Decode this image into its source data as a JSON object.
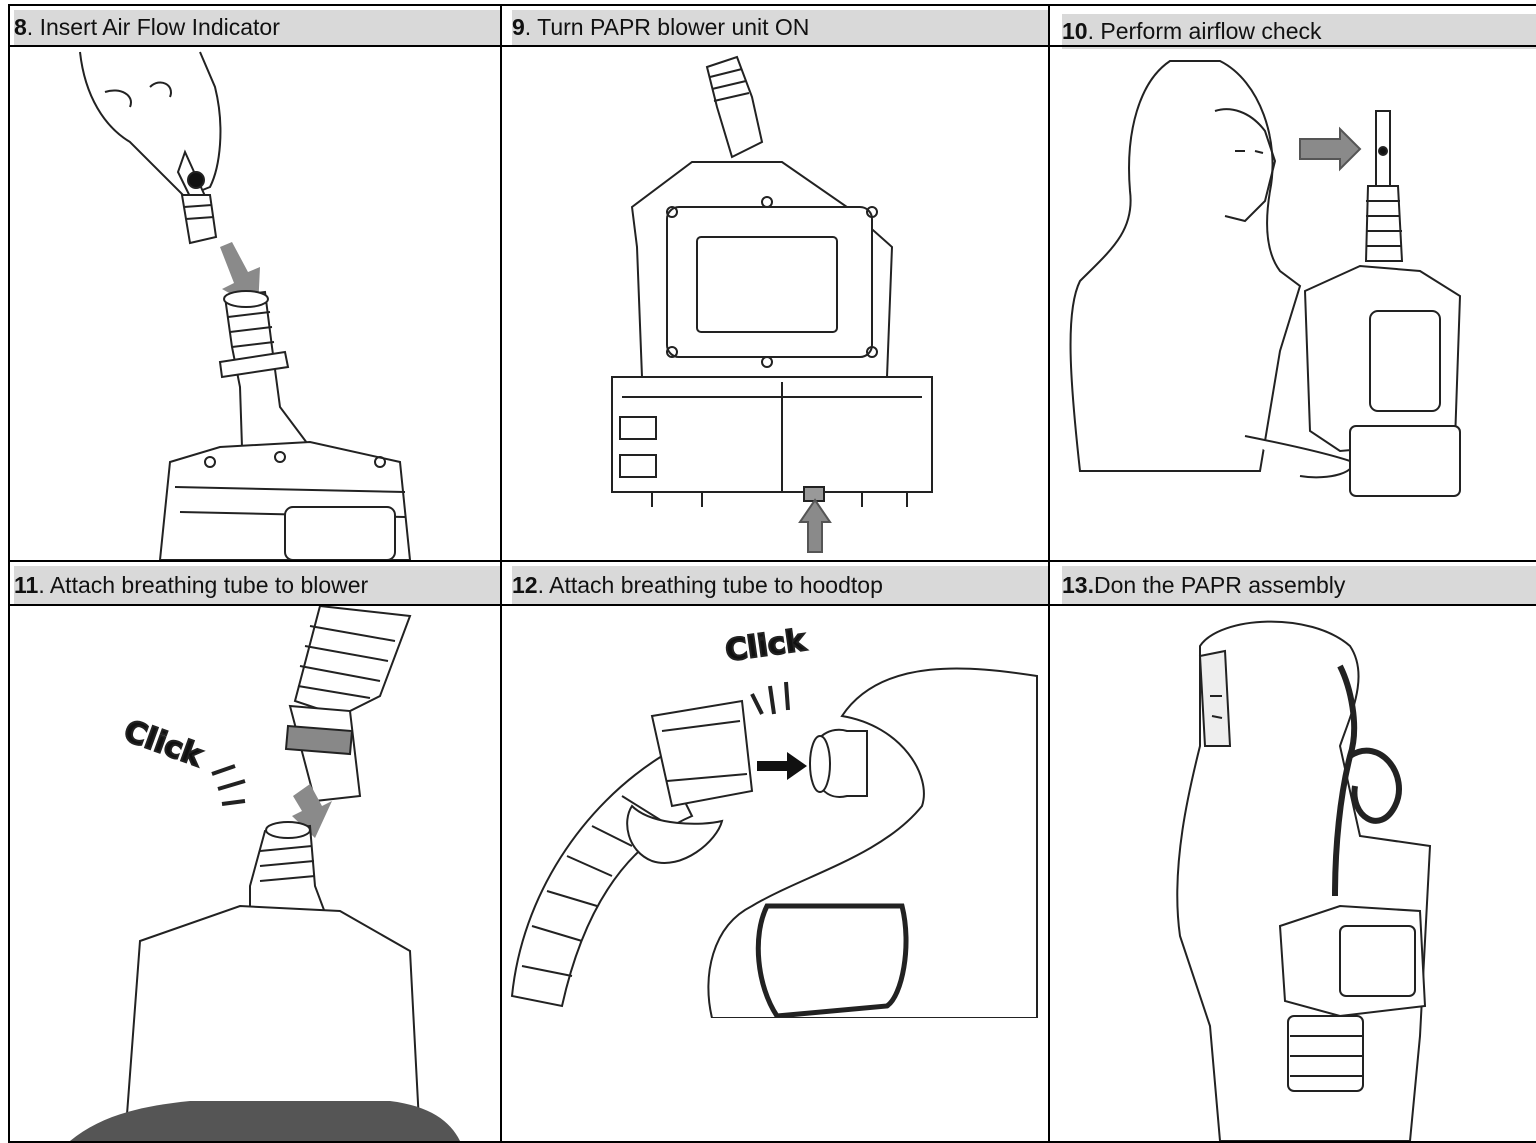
{
  "steps": [
    {
      "number": "8",
      "label": ". Insert Air Flow Indicator"
    },
    {
      "number": "9",
      "label": ". Turn PAPR blower unit ON"
    },
    {
      "number": "10",
      "label": ". Perform airflow check"
    },
    {
      "number": "11",
      "label": ". Attach breathing tube to blower"
    },
    {
      "number": "12",
      "label": ". Attach breathing tube to hoodtop"
    },
    {
      "number": "13.",
      "label": " Don the PAPR assembly"
    }
  ],
  "annotations": {
    "click_11": "Click",
    "click_12": "Click"
  },
  "colors": {
    "header_bg": "#d9d9d9",
    "border": "#000000",
    "arrow": "#8a8a8a"
  }
}
